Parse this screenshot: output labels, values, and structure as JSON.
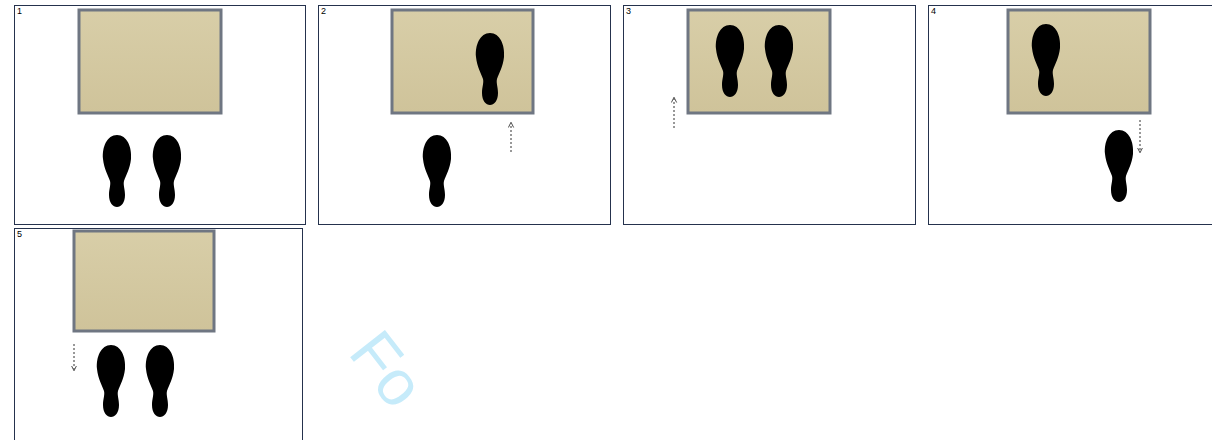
{
  "diagram": {
    "nodes": [
      {
        "text": [
          "1"
        ]
      },
      {
        "text": [
          "2"
        ]
      },
      {
        "text": [
          "3"
        ]
      },
      {
        "text": [
          "4"
        ]
      },
      {
        "text": [
          "5"
        ]
      }
    ],
    "labels": [
      "Fo"
    ]
  }
}
